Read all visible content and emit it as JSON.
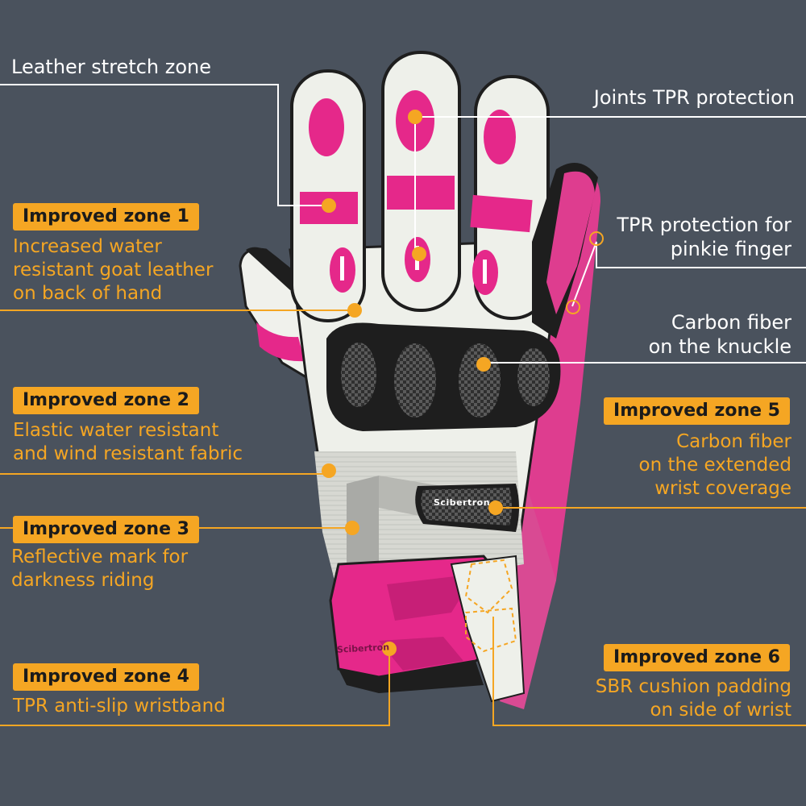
{
  "callouts": {
    "leather_stretch": "Leather stretch zone",
    "joints_tpr": "Joints TPR protection",
    "pinkie_tpr": [
      "TPR protection for",
      "pinkie finger"
    ],
    "carbon_knuckle": [
      "Carbon fiber",
      "on the knuckle"
    ]
  },
  "zones": [
    {
      "badge": "Improved zone 1",
      "lines": [
        "Increased water",
        "resistant goat leather",
        "on back of hand"
      ]
    },
    {
      "badge": "Improved zone 2",
      "lines": [
        "Elastic water resistant",
        "and wind resistant fabric"
      ]
    },
    {
      "badge": "Improved zone 3",
      "lines": [
        "Reflective mark for",
        "darkness riding"
      ]
    },
    {
      "badge": "Improved zone 4",
      "lines": [
        "TPR anti-slip wristband"
      ]
    },
    {
      "badge": "Improved zone 5",
      "lines": [
        "Carbon fiber",
        "on the extended",
        "wrist coverage"
      ]
    },
    {
      "badge": "Improved zone 6",
      "lines": [
        "SBR cushion padding",
        "on side of wrist"
      ]
    }
  ],
  "product": {
    "brand_mark": "Scibertron",
    "wrist_mark": "Scibertron"
  },
  "colors": {
    "background": "#4a525d",
    "accent": "#f5a623",
    "glove_pink": "#e5288a",
    "glove_white": "#eef0ea"
  }
}
